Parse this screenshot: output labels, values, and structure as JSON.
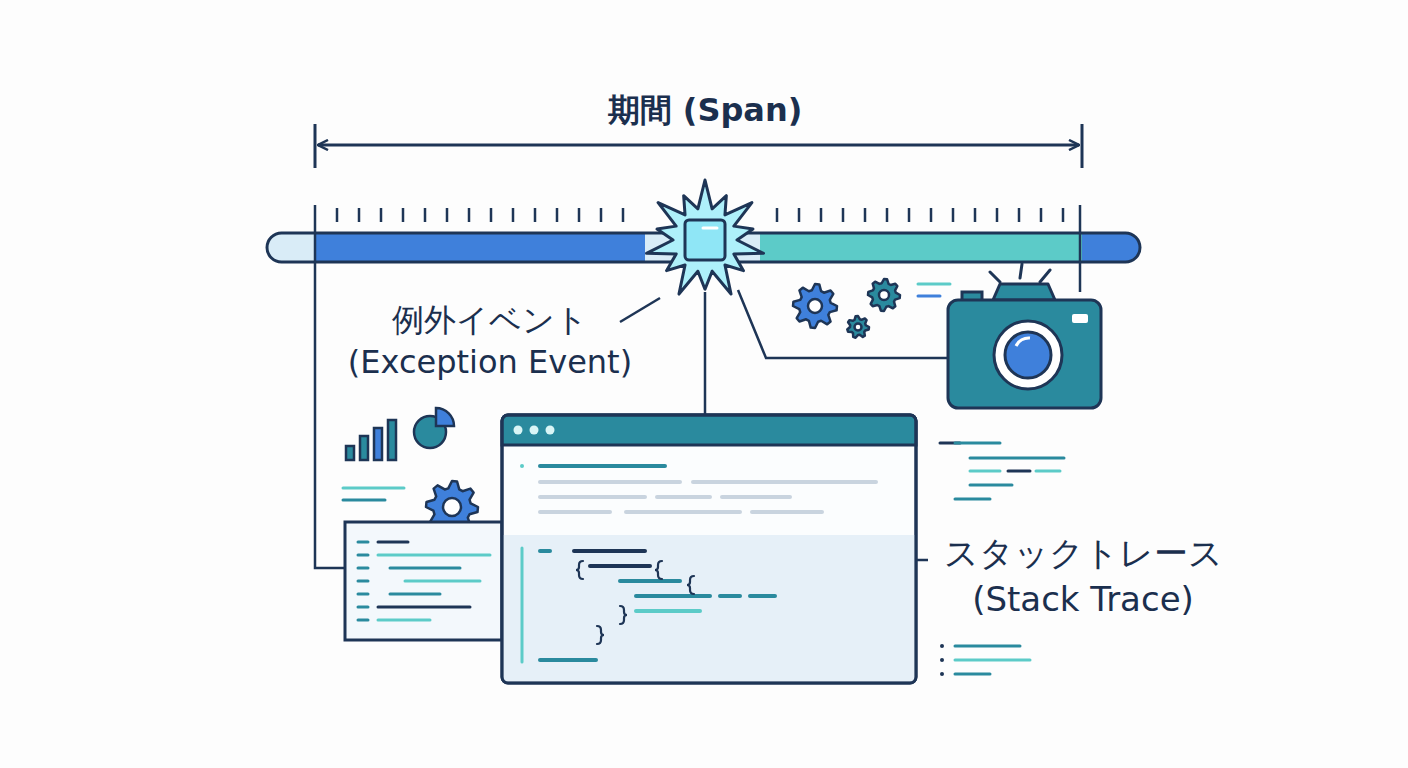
{
  "diagram": {
    "labels": [
      "期間 (Span)",
      "例外イベント (Exception Event)",
      "スタックトレース (Stack Trace)"
    ]
  }
}
